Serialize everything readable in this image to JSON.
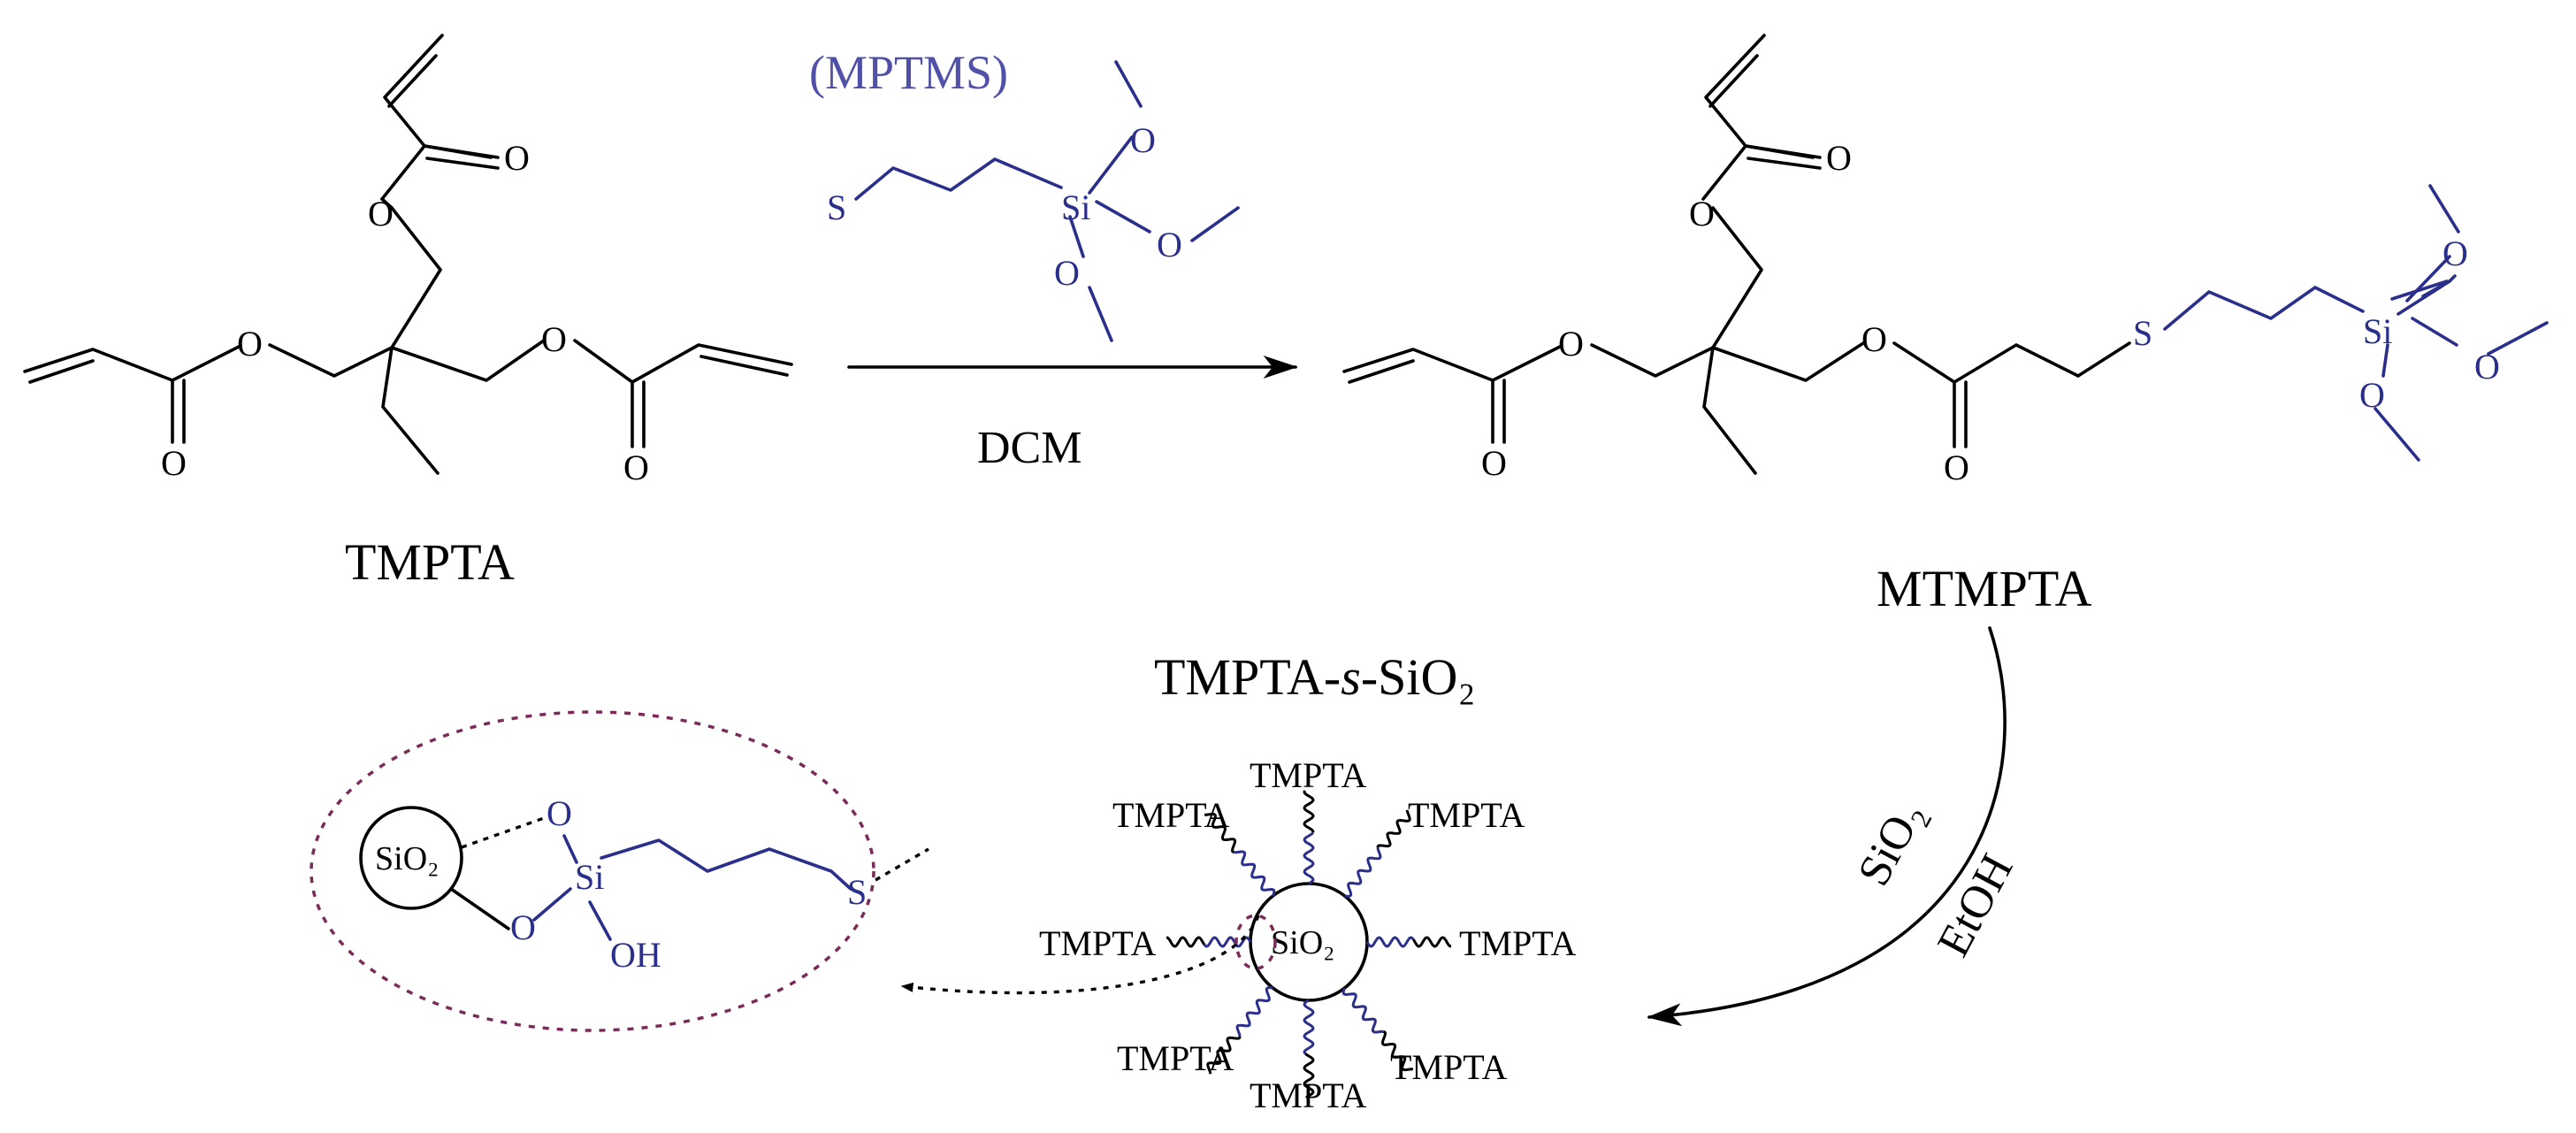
{
  "labels": {
    "tmpta": "TMPTA",
    "mptms": "(MPTMS)",
    "mtmpta": "MTMPTA",
    "solvent_dcm": "DCM",
    "reagent_sio2": "SiO₂",
    "solvent_etoh": "EtOH",
    "product_prefix": "TMPTA-",
    "product_italic": "s",
    "product_suffix": "-SiO₂"
  },
  "atoms": {
    "O": "O",
    "S": "S",
    "Si": "Si",
    "OH": "OH"
  },
  "particle": {
    "core": "SiO₂",
    "arm": "TMPTA"
  },
  "colors": {
    "black": "#000000",
    "blue": "#2b2f8c",
    "label_blue": "#5050a8",
    "ellipse": "#7a2b5a"
  }
}
